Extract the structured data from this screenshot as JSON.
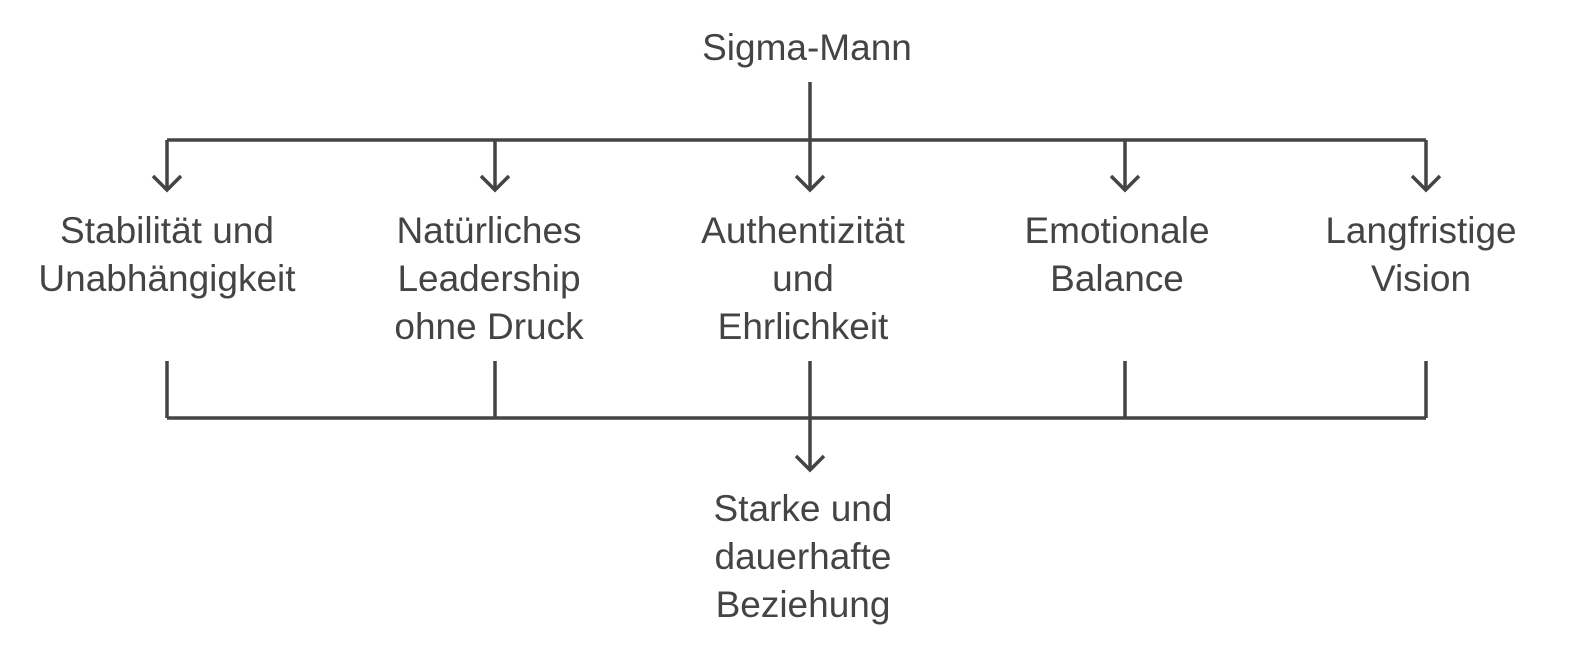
{
  "diagram": {
    "top": {
      "lines": [
        "Sigma-Mann"
      ]
    },
    "children": [
      {
        "lines": [
          "Stabilität und",
          "Unabhängigkeit"
        ]
      },
      {
        "lines": [
          "Natürliches",
          "Leadership",
          "ohne Druck"
        ]
      },
      {
        "lines": [
          "Authentizität",
          "und",
          "Ehrlichkeit"
        ]
      },
      {
        "lines": [
          "Emotionale",
          "Balance"
        ]
      },
      {
        "lines": [
          "Langfristige",
          "Vision"
        ]
      }
    ],
    "bottom": {
      "lines": [
        "Starke und",
        "dauerhafte",
        "Beziehung"
      ]
    },
    "colors": {
      "text": "#444444",
      "line": "#444444",
      "background": "#ffffff"
    }
  }
}
